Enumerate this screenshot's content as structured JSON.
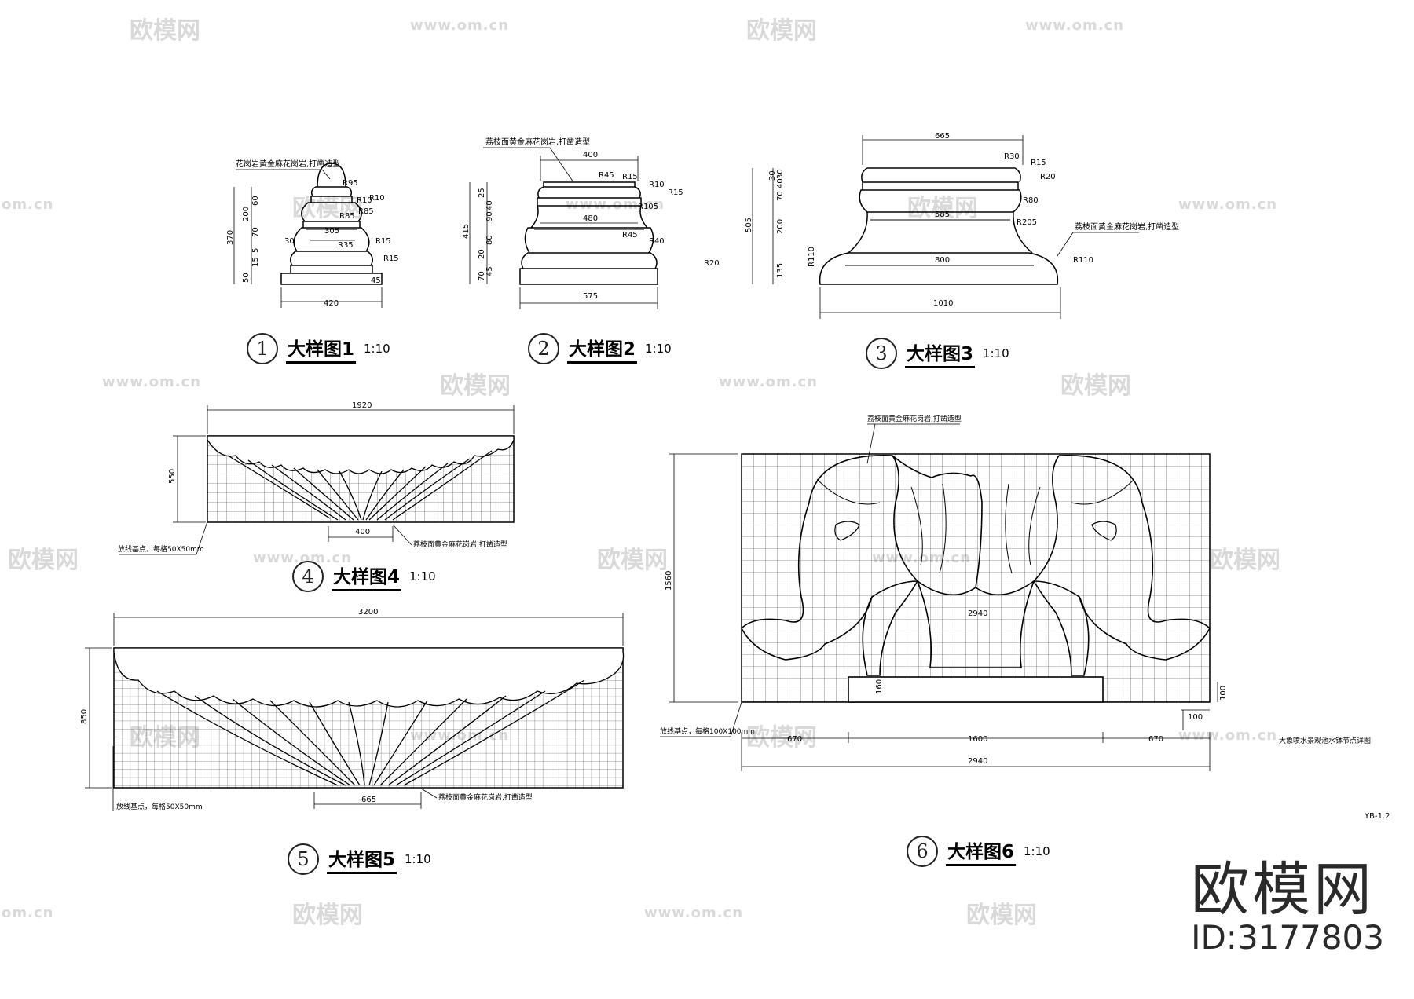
{
  "watermarks": {
    "brand": "欧模网",
    "url": "www.om.cn",
    "url_short": "om.cn"
  },
  "details": [
    {
      "number": "1",
      "name": "大样图1",
      "scale": "1:10"
    },
    {
      "number": "2",
      "name": "大样图2",
      "scale": "1:10"
    },
    {
      "number": "3",
      "name": "大样图3",
      "scale": "1:10"
    },
    {
      "number": "4",
      "name": "大样图4",
      "scale": "1:10"
    },
    {
      "number": "5",
      "name": "大样图5",
      "scale": "1:10"
    },
    {
      "number": "6",
      "name": "大样图6",
      "scale": "1:10"
    }
  ],
  "dims": {
    "d1": {
      "height": "370",
      "width": "420",
      "top": "305",
      "r35": "R35",
      "r15a": "R15",
      "r15b": "R15",
      "r85": "R85",
      "r10a": "R10",
      "r10b": "R10",
      "r95": "R95",
      "r85b": "R85",
      "v200": "200",
      "v60": "60",
      "v70": "70",
      "v50": "50",
      "v15": "15",
      "v30": "30",
      "v5": "5",
      "h45": "45",
      "note": "花岗岩黄金麻花岗岩,打凿造型"
    },
    "d2": {
      "height": "415",
      "top": "400",
      "mid": "480",
      "width": "575",
      "r45a": "R45",
      "r15": "R15",
      "r10": "R10",
      "r15b": "R15",
      "r105": "R105",
      "r45b": "R45",
      "r40": "R40",
      "r20": "R20",
      "v25": "25",
      "v90": "90",
      "v80": "80",
      "v20": "20",
      "v70": "70",
      "v45": "45",
      "v40": "40",
      "note": "荔枝面黄金麻花岗岩,打凿造型"
    },
    "d3": {
      "height": "505",
      "top": "665",
      "mid": "585",
      "base": "800",
      "width": "1010",
      "r30": "R30",
      "r15": "R15",
      "r20": "R20",
      "r80": "R80",
      "r205": "R205",
      "r110a": "R110",
      "r110b": "R110",
      "v30": "30",
      "v70": "70",
      "v40": "40",
      "v200": "200",
      "v135": "135",
      "v30b": "30",
      "note": "荔枝面黄金麻花岗岩,打凿造型"
    },
    "d4": {
      "width": "1920",
      "height": "550",
      "bottom": "400",
      "grid_note": "放线基点，每格50X50mm",
      "note": "荔枝面黄金麻花岗岩,打凿造型"
    },
    "d5": {
      "width": "3200",
      "height": "850",
      "bottom": "665",
      "grid_note": "放线基点，每格50X50mm",
      "note": "荔枝面黄金麻花岗岩,打凿造型"
    },
    "d6": {
      "height": "1560",
      "inner": "2940",
      "v160": "160",
      "v100a": "100",
      "v100b": "100",
      "s1": "670",
      "s2": "1600",
      "s3": "670",
      "total": "2940",
      "grid_note": "放线基点，每格100X100mm",
      "note": "荔枝面黄金麻花岗岩,打凿造型",
      "caption": "大象喷水景观池水钵节点详图"
    }
  },
  "sheet_code": "YB-1.2",
  "brand": {
    "name": "欧模网",
    "id": "ID:3177803"
  }
}
